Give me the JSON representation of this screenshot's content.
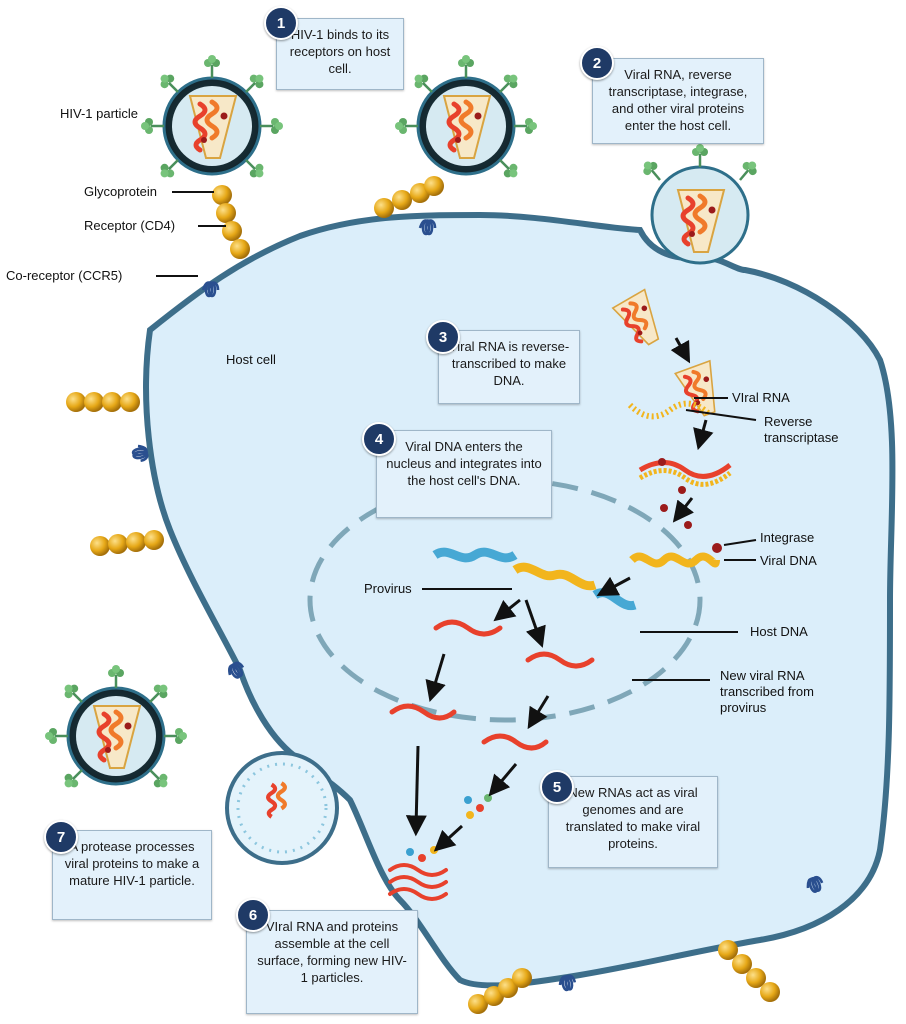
{
  "steps": [
    {
      "num": "1",
      "text": "HIV-1 binds to its receptors on host cell."
    },
    {
      "num": "2",
      "text": "Viral RNA, reverse transcriptase, integrase, and other viral proteins enter the host cell."
    },
    {
      "num": "3",
      "text": "Viral RNA is reverse-transcribed to make DNA."
    },
    {
      "num": "4",
      "text": "Viral DNA enters the nucleus and integrates into the host cell's DNA."
    },
    {
      "num": "5",
      "text": "New RNAs act as viral genomes and are translated to make viral proteins."
    },
    {
      "num": "6",
      "text": "VIral RNA and proteins assemble at the cell surface, forming new HIV-1 particles."
    },
    {
      "num": "7",
      "text": "A protease processes viral proteins to make a mature HIV-1 particle."
    }
  ],
  "labels": {
    "hiv_particle": "HIV-1 particle",
    "glycoprotein": "Glycoprotein",
    "receptor": "Receptor (CD4)",
    "coreceptor": "Co-receptor (CCR5)",
    "host_cell": "Host cell",
    "viral_rna": "VIral RNA",
    "reverse_transcriptase": "Reverse transcriptase",
    "integrase": "Integrase",
    "viral_dna": "Viral DNA",
    "provirus": "Provirus",
    "host_dna": "Host DNA",
    "new_viral_rna": "New viral RNA transcribed from provirus"
  },
  "colors": {
    "cell_fill": "#dbeefa",
    "membrane": "#3d6e8a",
    "badge": "#1f3a66",
    "rna": "#e8412c",
    "dna_yellow": "#f2b51d",
    "dna_blue": "#47a8d4",
    "receptor_bead": "#e6a817"
  }
}
